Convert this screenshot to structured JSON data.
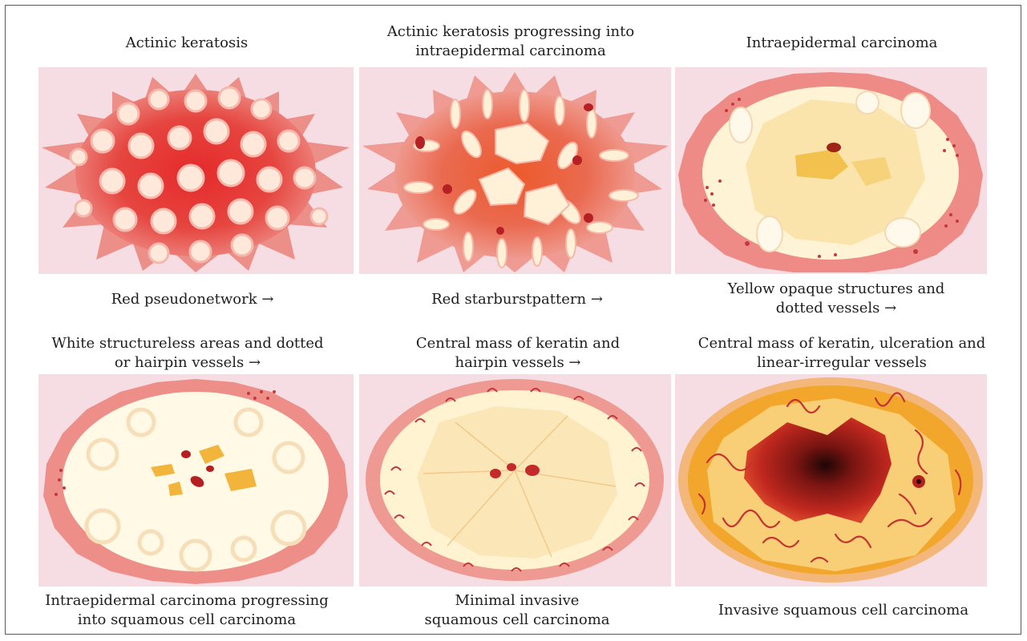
{
  "stages": [
    {
      "id": "ak",
      "title": [
        "Actinic keratosis"
      ]
    },
    {
      "id": "ak-iec",
      "title": [
        "Actinic keratosis progressing into",
        "intraepidermal carcinoma"
      ]
    },
    {
      "id": "iec",
      "title": [
        "Intraepidermal carcinoma"
      ]
    },
    {
      "id": "iec-scc",
      "title": [
        "Intraepidermal carcinoma progressing",
        "into squamous cell carcinoma"
      ]
    },
    {
      "id": "mi-scc",
      "title": [
        "Minimal invasive",
        "squamous cell carcinoma"
      ]
    },
    {
      "id": "i-scc",
      "title": [
        "Invasive squamous cell carcinoma"
      ]
    }
  ],
  "features": [
    [
      "Red pseudonetwork →"
    ],
    [
      "Red starburstpattern →"
    ],
    [
      "Yellow opaque structures and",
      "dotted vessels →"
    ],
    [
      "White structureless areas and dotted",
      "or hairpin vessels →"
    ],
    [
      "Central mass of keratin and",
      "hairpin vessels →"
    ],
    [
      "Central mass of keratin, ulceration and",
      "linear-irregular vessels"
    ]
  ],
  "colors": {
    "background_pink": "#f6dde3",
    "lesion_red": "#e4373a",
    "lesion_pink": "#ec8c88",
    "keratin_white": "#fff6dc",
    "yellow": "#f3c55e",
    "orange": "#ef9d2c",
    "vessel_red": "#b51f22",
    "ulcer_dark": "#5a0c0e"
  }
}
